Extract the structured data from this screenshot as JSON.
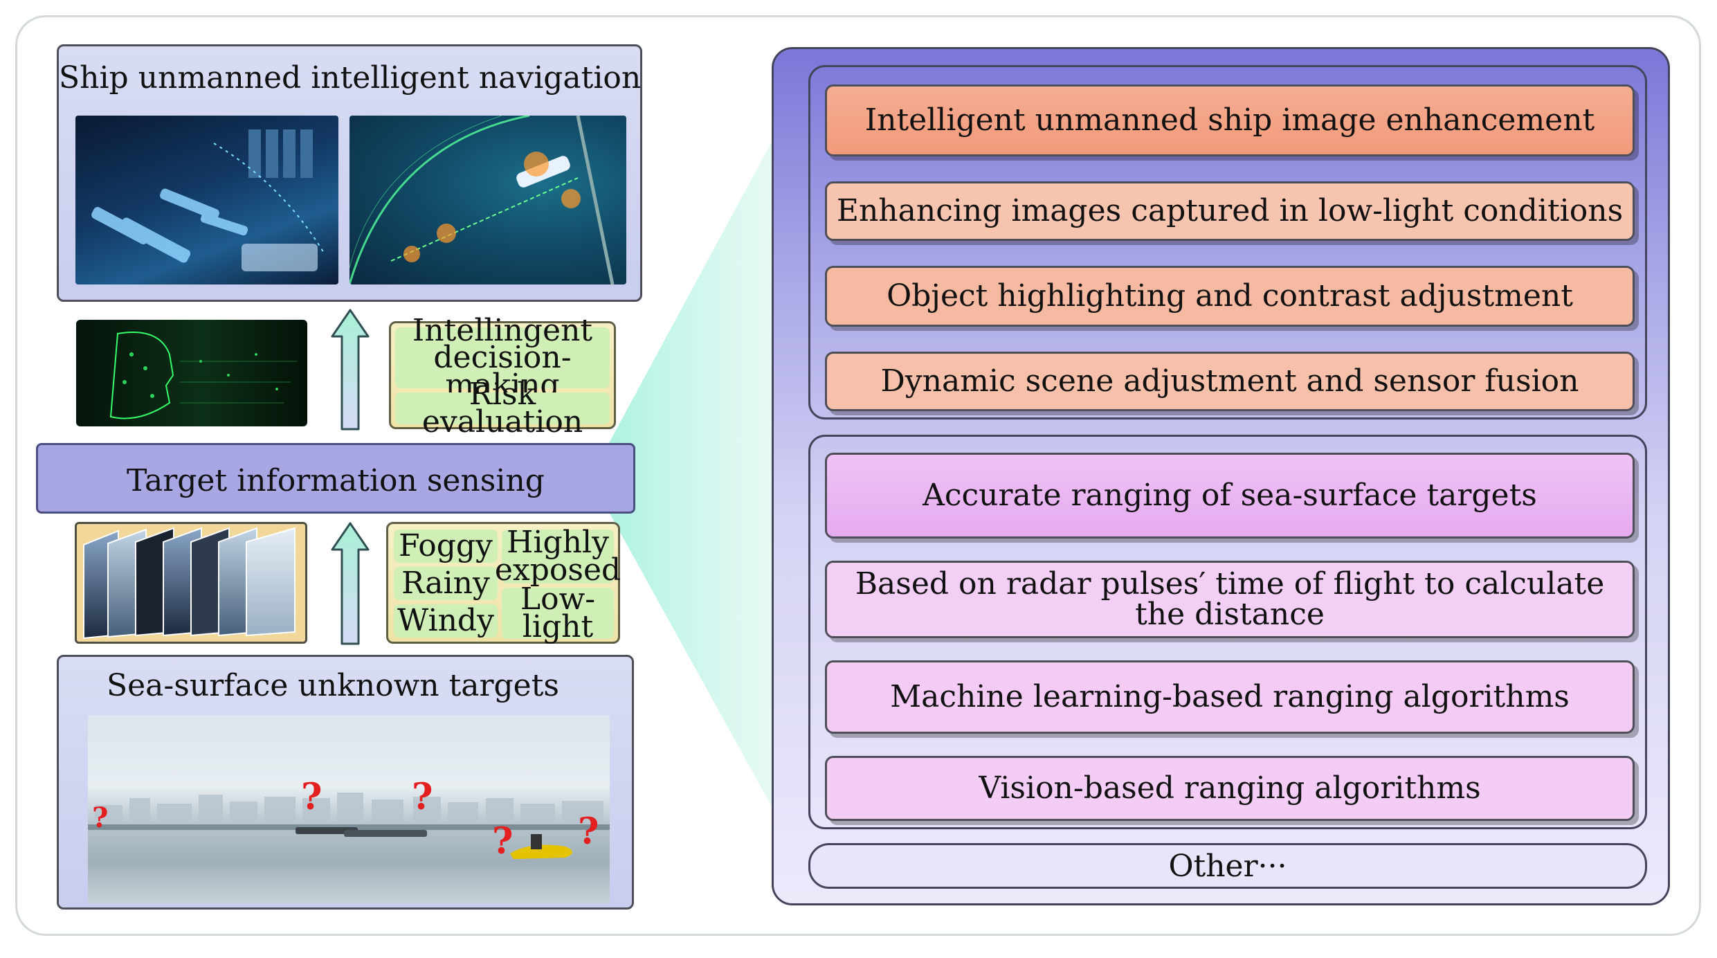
{
  "left": {
    "top_panel": {
      "title": "Ship unmanned intelligent navigation"
    },
    "decision_tags": {
      "line1": "Intellingent",
      "line2": "decision-making",
      "line3": "Risk evaluation"
    },
    "sensing": {
      "label": "Target information sensing"
    },
    "conditions": {
      "foggy": "Foggy",
      "rainy": "Rainy",
      "windy": "Windy",
      "highly_1": "Highly",
      "highly_2": "exposed",
      "low_1": "Low-",
      "low_2": "light"
    },
    "bottom_panel": {
      "title": "Sea-surface unknown targets",
      "question_mark": "?"
    }
  },
  "right": {
    "enhancement_items": [
      "Intelligent unmanned ship image enhancement",
      "Enhancing images captured in low-light conditions",
      "Object highlighting and contrast adjustment",
      "Dynamic scene adjustment and sensor fusion"
    ],
    "ranging_items": [
      "Accurate ranging of sea-surface targets",
      "Based on radar pulses′ time of flight to calculate",
      "the distance",
      "Machine learning-based ranging algorithms",
      "Vision-based ranging algorithms"
    ],
    "other": "Other···"
  },
  "colors": {
    "panel_bg": "#d3d6f2",
    "sensing_bar": "#a9a6e4",
    "tag_green": "#cfefb6",
    "tag_box": "#f2e8b0",
    "item_strong": "#f4a68a",
    "item_light": "#f7c2ad",
    "ranging_strong": "#e8b2f0",
    "ranging_light": "#f1cdf4",
    "arrow": "#b8f0d8"
  }
}
